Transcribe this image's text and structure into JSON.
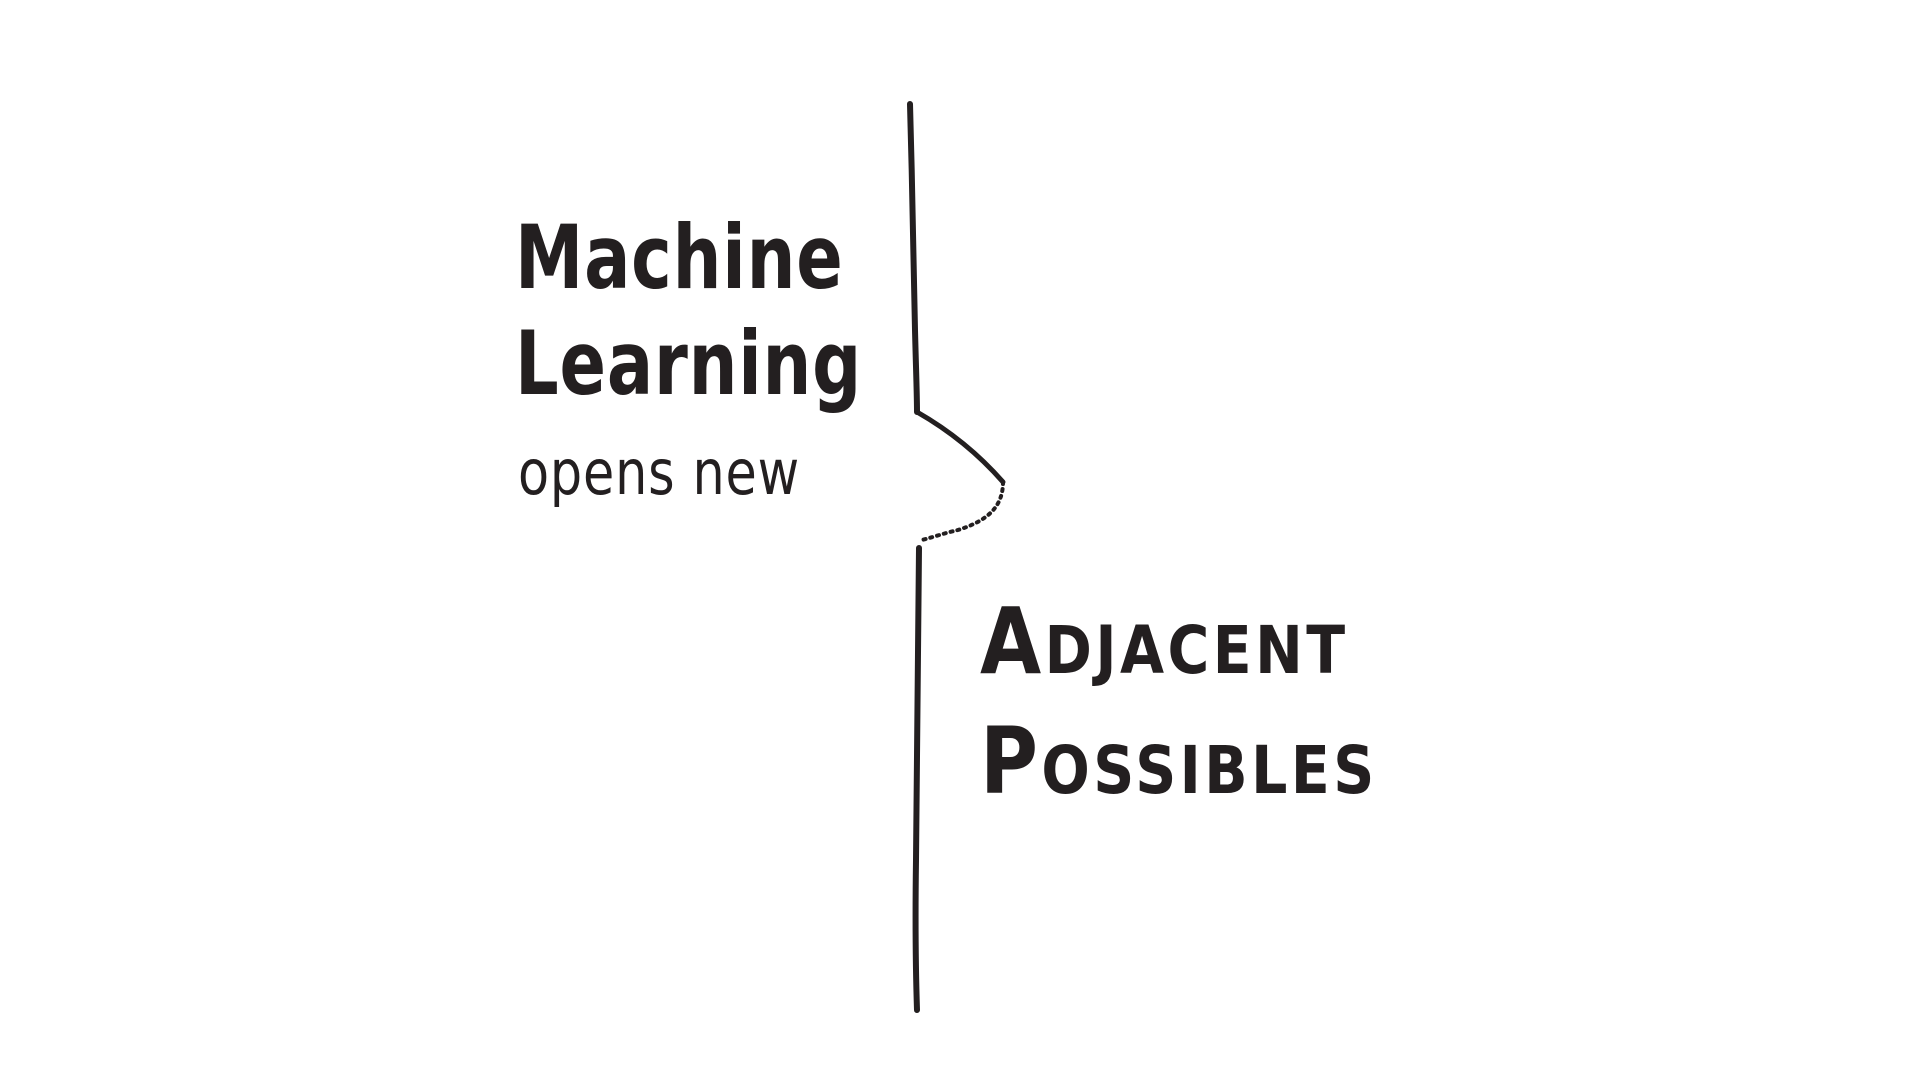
{
  "left_text": {
    "line1": "Machine",
    "line2": "Learning",
    "line3": "opens new"
  },
  "right_text": {
    "line1_first": "A",
    "line1_rest": "DJACENT",
    "line2_first": "P",
    "line2_rest": "OSSIBLES"
  },
  "colors": {
    "ink": "#231f20",
    "background": "#ffffff"
  }
}
